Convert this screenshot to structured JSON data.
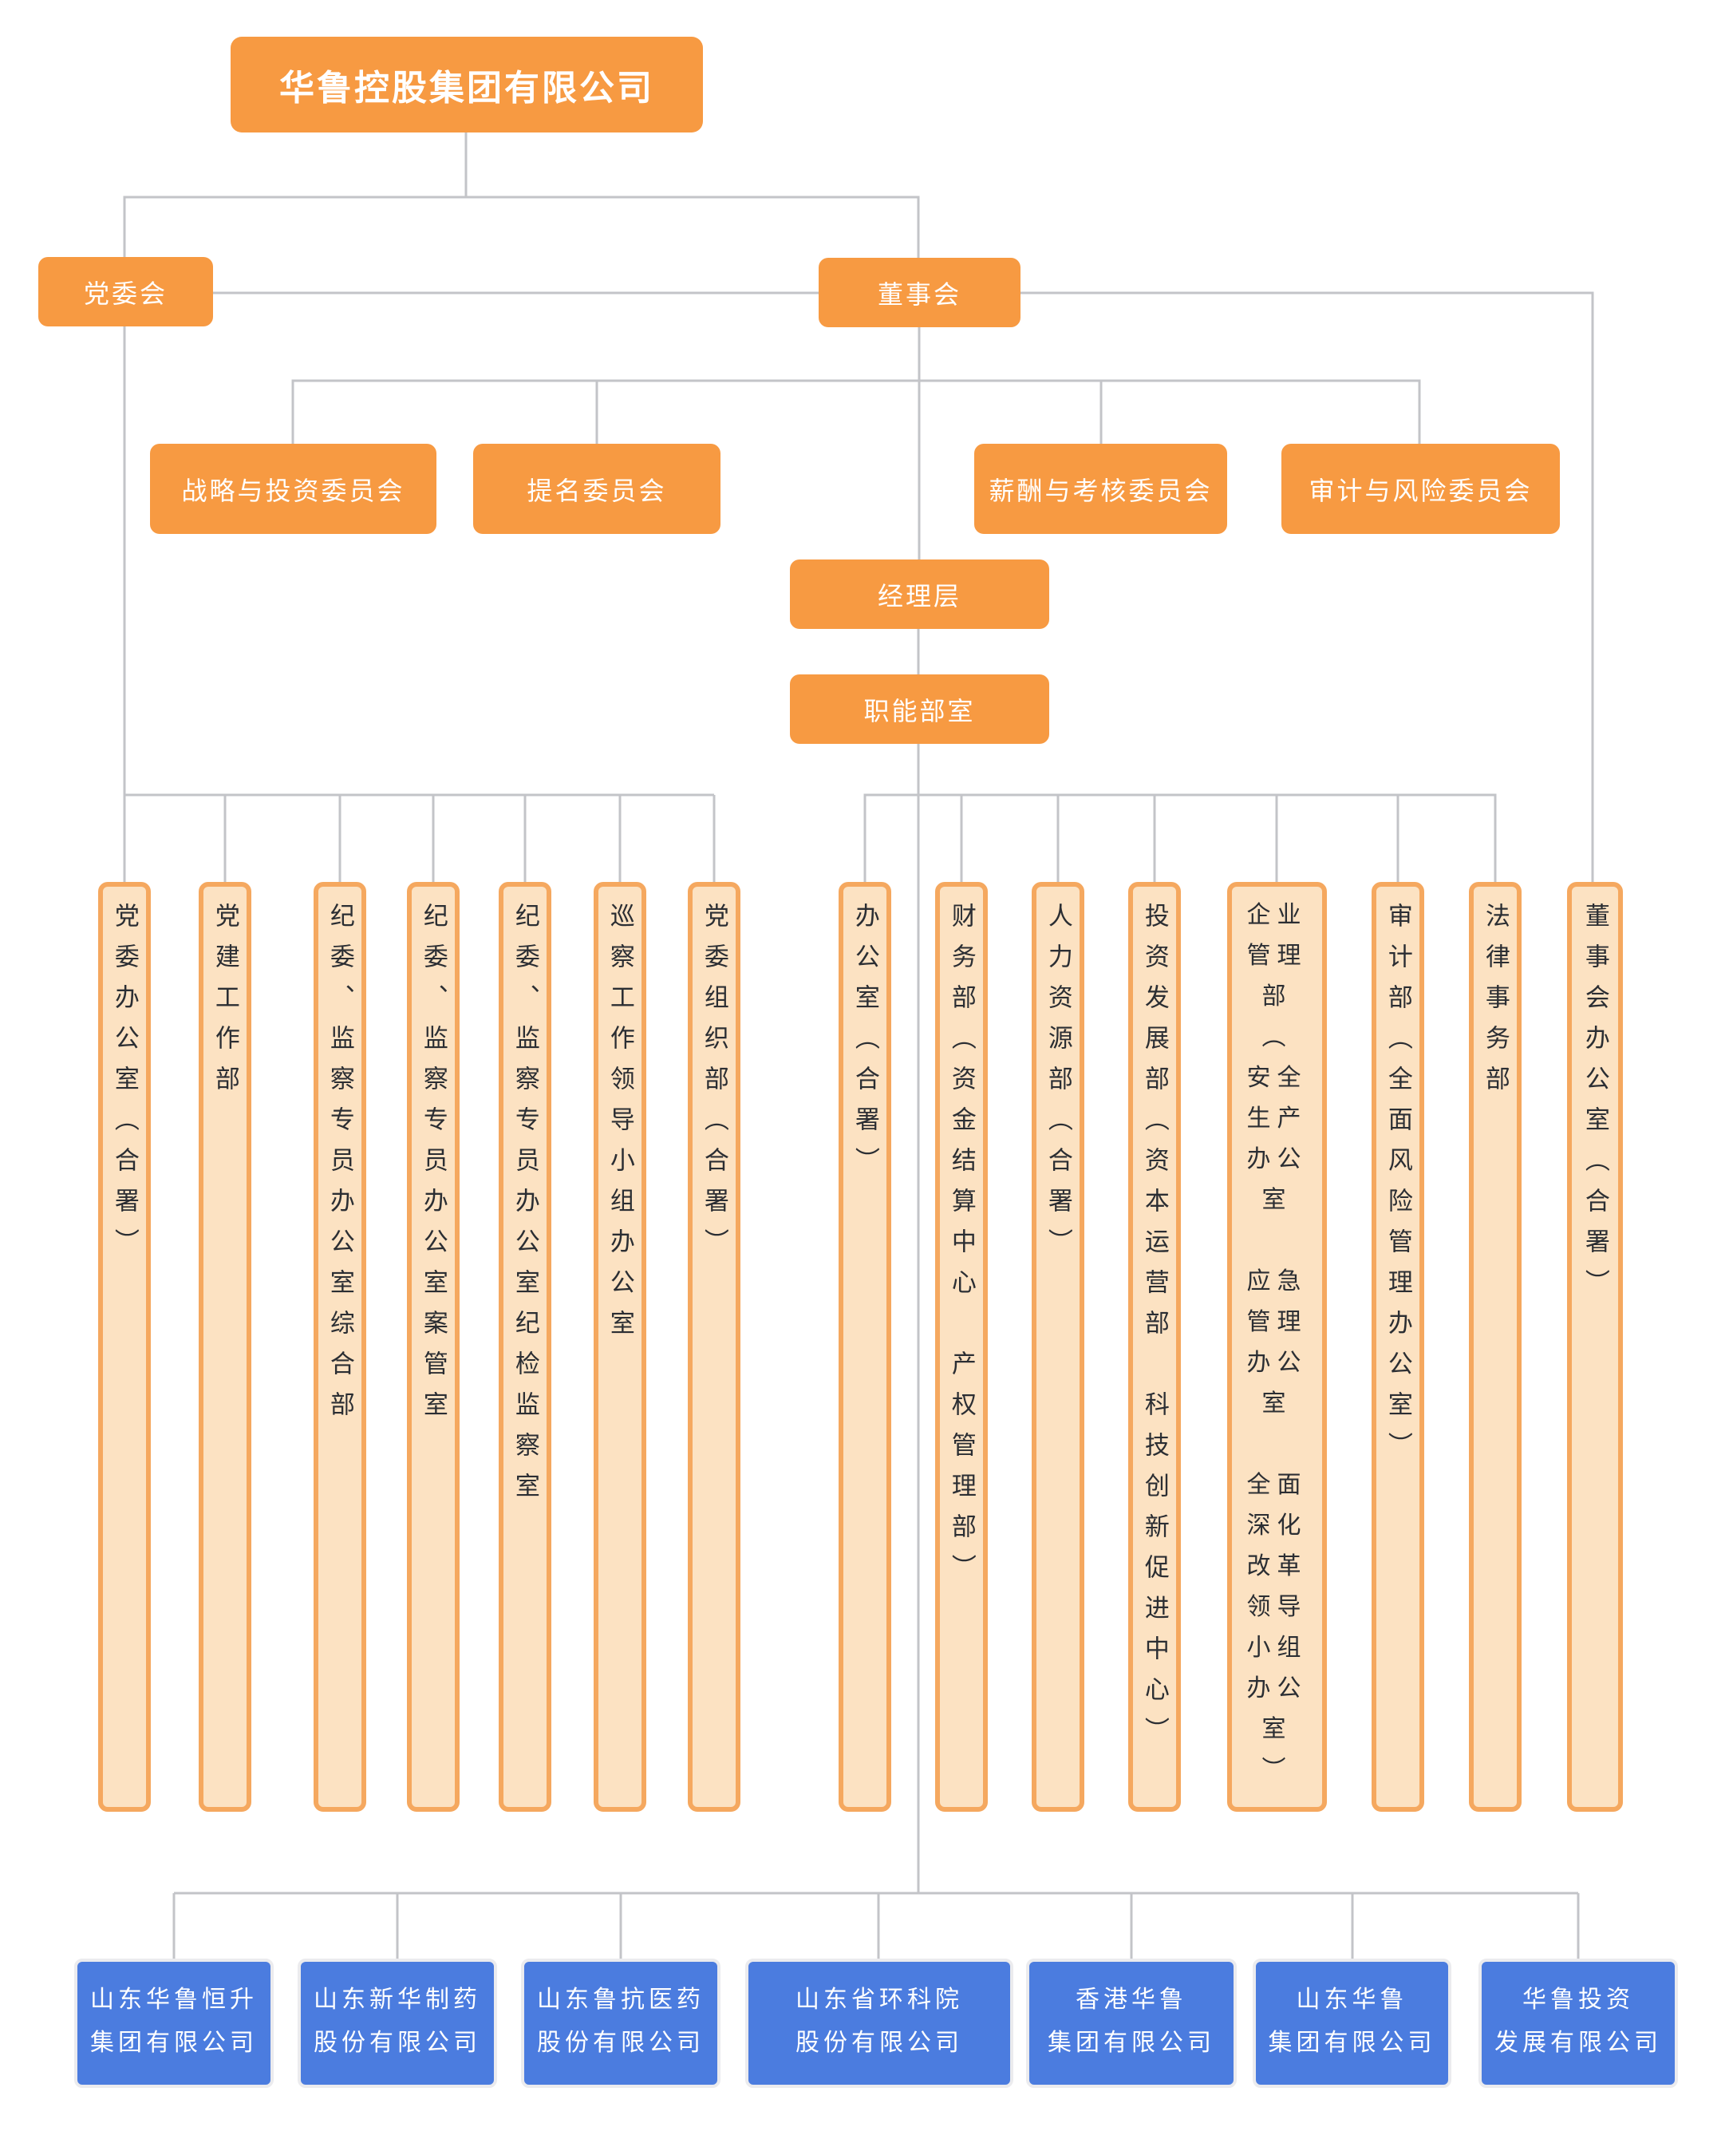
{
  "title": {
    "label": "华鲁控股集团有限公司"
  },
  "top_nodes": {
    "party_committee": "党委会",
    "board": "董事会",
    "management": "经理层",
    "functional": "职能部室"
  },
  "committees": [
    {
      "label": "战略与投资委员会"
    },
    {
      "label": "提名委员会"
    },
    {
      "label": "薪酬与考核委员会"
    },
    {
      "label": "审计与风险委员会"
    }
  ],
  "party_departments": [
    {
      "label": "党委办公室（合署）"
    },
    {
      "label": "党建工作部"
    },
    {
      "label": "纪委、监察专员办公室综合部"
    },
    {
      "label": "纪委、监察专员办公室案管室"
    },
    {
      "label": "纪委、监察专员办公室纪检监察室"
    },
    {
      "label": "巡察工作领导小组办公室"
    },
    {
      "label": "党委组织部（合署）"
    }
  ],
  "functional_departments": [
    {
      "label": "办公室（合署）"
    },
    {
      "label": "财务部（资金结算中心　产权管理部）"
    },
    {
      "label": "人力资源部（合署）"
    },
    {
      "label": "投资发展部（资本运营部　科技创新促进中心）"
    },
    {
      "label": "企业管理部（安全生产办公室　应急管理办公室　全面深化改革领导小组办公室）",
      "display_lines": "企业\n管理\n部\n︵\n安全\n生产\n办公\n室\n\n应急\n管理\n办公\n室\n\n全面\n深化\n改革\n领导\n小组\n办公\n室\n︶"
    },
    {
      "label": "审计部（全面风险管理办公室）"
    },
    {
      "label": "法律事务部"
    },
    {
      "label": "董事会办公室（合署）"
    }
  ],
  "subsidiaries": [
    {
      "label": "山东华鲁恒升\n集团有限公司"
    },
    {
      "label": "山东新华制药\n股份有限公司"
    },
    {
      "label": "山东鲁抗医药\n股份有限公司"
    },
    {
      "label": "山东省环科院\n股份有限公司"
    },
    {
      "label": "香港华鲁\n集团有限公司"
    },
    {
      "label": "山东华鲁\n集团有限公司"
    },
    {
      "label": "华鲁投资\n发展有限公司"
    }
  ],
  "colors": {
    "node_orange": "#F79A42",
    "column_fill": "#FCE2C2",
    "column_border": "#F5A85F",
    "subsidiary_blue": "#4B7CDF",
    "connector_gray": "#C3C4C8",
    "column_text": "#2B2E33",
    "node_text": "#FFFFFF"
  }
}
